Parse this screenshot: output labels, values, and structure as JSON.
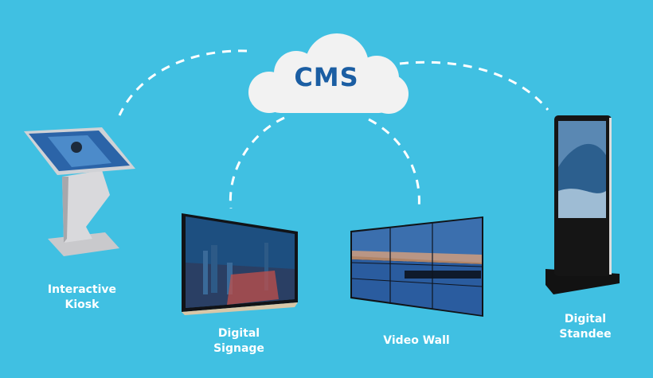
{
  "diagram": {
    "hub": {
      "label": "CMS",
      "shape": "cloud",
      "fill": "#f2f2f2",
      "text_color": "#1b5ea3"
    },
    "background_color": "#40c0e2",
    "connector_style": "white dashed curve",
    "nodes": [
      {
        "id": "interactive-kiosk",
        "line1": "Interactive",
        "line2": "Kiosk"
      },
      {
        "id": "digital-signage",
        "line1": "Digital",
        "line2": "Signage"
      },
      {
        "id": "video-wall",
        "line1": "Video Wall",
        "line2": ""
      },
      {
        "id": "digital-standee",
        "line1": "Digital",
        "line2": "Standee"
      }
    ],
    "edges": [
      {
        "from": "CMS",
        "to": "Interactive Kiosk"
      },
      {
        "from": "CMS",
        "to": "Digital Signage"
      },
      {
        "from": "CMS",
        "to": "Video Wall"
      },
      {
        "from": "CMS",
        "to": "Digital Standee"
      }
    ]
  }
}
